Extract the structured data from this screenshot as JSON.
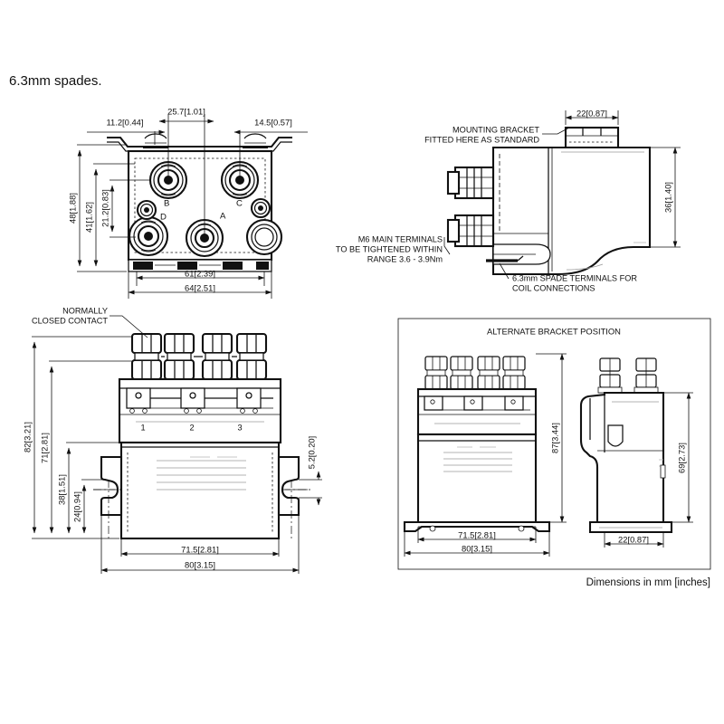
{
  "sheet": {
    "title": "6.3mm spades.",
    "footer": "Dimensions in mm [inches]"
  },
  "views": {
    "top": {
      "name": "top-view",
      "terminal_labels": [
        "B",
        "C",
        "D",
        "A"
      ],
      "dimensions": {
        "d_11_2": "11.2[0.44]",
        "d_25_7": "25.7[1.01]",
        "d_14_5": "14.5[0.57]",
        "d_48": "48[1.88]",
        "d_41": "41[1.62]",
        "d_21_2": "21.2[0.83]",
        "d_61": "61[2.39]",
        "d_64": "64[2.51]"
      }
    },
    "side": {
      "name": "side-view",
      "callouts": {
        "bracket_l1": "MOUNTING BRACKET",
        "bracket_l2": "FITTED HERE AS STANDARD",
        "m6_l1": "M6 MAIN TERMINALS",
        "m6_l2": "TO BE TIGHTENED WITHIN",
        "m6_l3": "RANGE 3.6 - 3.9Nm",
        "spade_l1": "6.3mm SPADE TERMINALS FOR",
        "spade_l2": "COIL CONNECTIONS"
      },
      "dimensions": {
        "d_22": "22[0.87]",
        "d_36": "36[1.40]"
      }
    },
    "front": {
      "name": "front-view",
      "callout_l1": "NORMALLY",
      "callout_l2": "CLOSED CONTACT",
      "contact_numbers": [
        "1",
        "2",
        "3"
      ],
      "dimensions": {
        "d_82": "82[3.21]",
        "d_71": "71[2.81]",
        "d_38": "38[1.51]",
        "d_24": "24[0.94]",
        "d_5_2": "5.2[0.20]",
        "d_71_5": "71.5[2.81]",
        "d_80": "80[3.15]"
      }
    },
    "alternate": {
      "name": "alternate-bracket-panel",
      "title": "ALTERNATE BRACKET POSITION",
      "dimensions": {
        "d_87": "87[3.44]",
        "d_71_5": "71.5[2.81]",
        "d_80": "80[3.15]",
        "d_69": "69[2.73]",
        "d_22": "22[0.87]"
      }
    }
  }
}
